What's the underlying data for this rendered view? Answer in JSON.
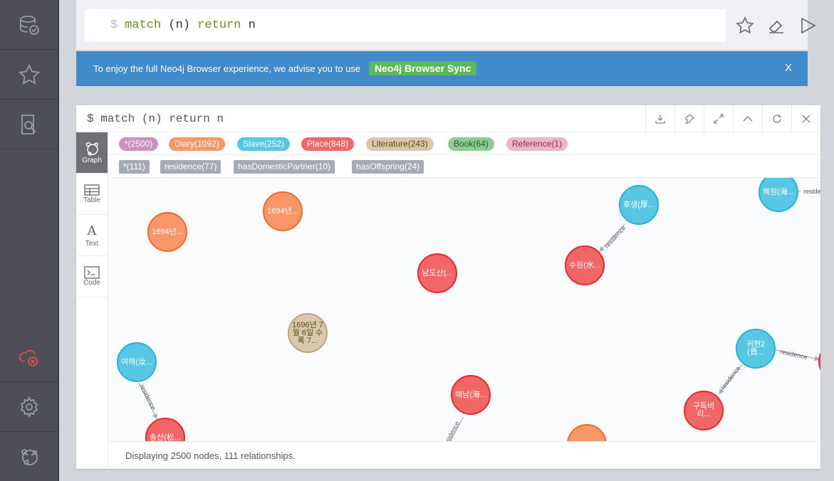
{
  "editor": {
    "prompt": "$",
    "query_match": "match",
    "query_args": " (n) ",
    "query_return": "return",
    "query_var": " n"
  },
  "banner": {
    "text": "To enjoy the full Neo4j Browser experience, we advise you to use",
    "link": "Neo4j Browser Sync",
    "close": "X"
  },
  "frame": {
    "query": "$ match (n) return n",
    "tabs": [
      {
        "label": "Graph",
        "icon": "graph-icon"
      },
      {
        "label": "Table",
        "icon": "table-icon"
      },
      {
        "label": "Text",
        "icon": "text-icon"
      },
      {
        "label": "Code",
        "icon": "code-icon"
      }
    ],
    "labels": [
      {
        "text": "*(2500)",
        "color": "#c990c0"
      },
      {
        "text": "Diary(1092)",
        "color": "#f79767"
      },
      {
        "text": "Slave(252)",
        "color": "#57c7e3"
      },
      {
        "text": "Place(848)",
        "color": "#f16667"
      },
      {
        "text": "Literature(243)",
        "color": "#d9c8ae"
      },
      {
        "text": "Book(64)",
        "color": "#8dcc93"
      },
      {
        "text": "Reference(1)",
        "color": "#ecb5c9"
      }
    ],
    "relationships": [
      "*(111)",
      "residence(77)",
      "hasDomesticPartner(10)",
      "hasOffspring(24)"
    ],
    "nodes": [
      {
        "text": "1694년...",
        "type": "diary"
      },
      {
        "text": "1694년...",
        "type": "diary"
      },
      {
        "text": "남도산(...",
        "type": "place"
      },
      {
        "text": "후생(厚...",
        "type": "slave"
      },
      {
        "text": "수원(水...",
        "type": "place"
      },
      {
        "text": "혜원(海...",
        "type": "slave"
      },
      {
        "text": "1696년 7월 6일 수록 7...",
        "type": "literature"
      },
      {
        "text": "여해(汝...",
        "type": "slave"
      },
      {
        "text": "송산(松...",
        "type": "place"
      },
      {
        "text": "해남(海...",
        "type": "place"
      },
      {
        "text": "귀현2(貴...",
        "type": "slave"
      },
      {
        "text": "구득비리...",
        "type": "place"
      },
      {
        "text": "",
        "type": "diary"
      }
    ],
    "edge_label": "residence",
    "status": "Displaying 2500 nodes, 111 relationships."
  },
  "colors": {
    "diary": "#f79767",
    "slave": "#57c7e3",
    "place": "#f16667",
    "literature": "#d9c8ae",
    "banner": "#428bca",
    "sync": "#5cb85c"
  }
}
